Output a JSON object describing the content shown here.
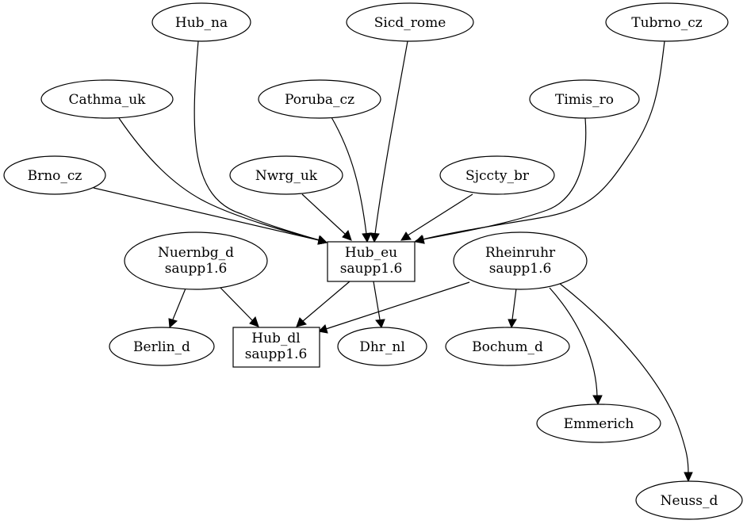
{
  "diagram": {
    "nodes": [
      {
        "id": "hub_na",
        "label": "Hub_na",
        "shape": "ellipse"
      },
      {
        "id": "sicd_rome",
        "label": "Sicd_rome",
        "shape": "ellipse"
      },
      {
        "id": "tubrno_cz",
        "label": "Tubrno_cz",
        "shape": "ellipse"
      },
      {
        "id": "cathma_uk",
        "label": "Cathma_uk",
        "shape": "ellipse"
      },
      {
        "id": "poruba_cz",
        "label": "Poruba_cz",
        "shape": "ellipse"
      },
      {
        "id": "timis_ro",
        "label": "Timis_ro",
        "shape": "ellipse"
      },
      {
        "id": "brno_cz",
        "label": "Brno_cz",
        "shape": "ellipse"
      },
      {
        "id": "nwrg_uk",
        "label": "Nwrg_uk",
        "shape": "ellipse"
      },
      {
        "id": "sjccty_br",
        "label": "Sjccty_br",
        "shape": "ellipse"
      },
      {
        "id": "hub_eu",
        "label": "Hub_eu",
        "sublabel": "saupp1.6",
        "shape": "box"
      },
      {
        "id": "nuernbg_d",
        "label": "Nuernbg_d",
        "sublabel": "saupp1.6",
        "shape": "ellipse"
      },
      {
        "id": "rheinruhr",
        "label": "Rheinruhr",
        "sublabel": "saupp1.6",
        "shape": "ellipse"
      },
      {
        "id": "berlin_d",
        "label": "Berlin_d",
        "shape": "ellipse"
      },
      {
        "id": "hub_dl",
        "label": "Hub_dl",
        "sublabel": "saupp1.6",
        "shape": "box"
      },
      {
        "id": "dhr_nl",
        "label": "Dhr_nl",
        "shape": "ellipse"
      },
      {
        "id": "bochum_d",
        "label": "Bochum_d",
        "shape": "ellipse"
      },
      {
        "id": "emmerich",
        "label": "Emmerich",
        "shape": "ellipse"
      },
      {
        "id": "neuss_d",
        "label": "Neuss_d",
        "shape": "ellipse"
      }
    ],
    "edges": [
      {
        "from": "hub_na",
        "to": "hub_eu"
      },
      {
        "from": "sicd_rome",
        "to": "hub_eu"
      },
      {
        "from": "tubrno_cz",
        "to": "hub_eu"
      },
      {
        "from": "cathma_uk",
        "to": "hub_eu"
      },
      {
        "from": "poruba_cz",
        "to": "hub_eu"
      },
      {
        "from": "timis_ro",
        "to": "hub_eu"
      },
      {
        "from": "brno_cz",
        "to": "hub_eu"
      },
      {
        "from": "nwrg_uk",
        "to": "hub_eu"
      },
      {
        "from": "sjccty_br",
        "to": "hub_eu"
      },
      {
        "from": "hub_eu",
        "to": "hub_dl"
      },
      {
        "from": "hub_eu",
        "to": "dhr_nl"
      },
      {
        "from": "nuernbg_d",
        "to": "berlin_d"
      },
      {
        "from": "nuernbg_d",
        "to": "hub_dl"
      },
      {
        "from": "rheinruhr",
        "to": "hub_dl"
      },
      {
        "from": "rheinruhr",
        "to": "bochum_d"
      },
      {
        "from": "rheinruhr",
        "to": "emmerich"
      },
      {
        "from": "rheinruhr",
        "to": "neuss_d"
      }
    ]
  }
}
